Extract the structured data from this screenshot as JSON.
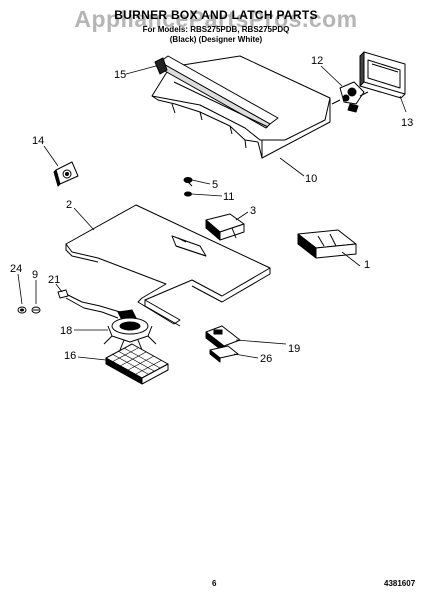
{
  "header": {
    "title": "BURNER BOX AND LATCH PARTS",
    "for_models": "For Models: RBS275PDB, RBS275PDQ",
    "variants": "(Black)    (Designer White)"
  },
  "watermark": "AppliancePartsPros.com",
  "callouts": {
    "c15": "15",
    "c12": "12",
    "c13": "13",
    "c10": "10",
    "c14": "14",
    "c5": "5",
    "c11": "11",
    "c2": "2",
    "c3": "3",
    "c1": "1",
    "c24": "24",
    "c9": "9",
    "c21": "21",
    "c18": "18",
    "c16": "16",
    "c19": "19",
    "c26": "26"
  },
  "footer": {
    "page_number": "6",
    "doc_number": "4381607"
  }
}
